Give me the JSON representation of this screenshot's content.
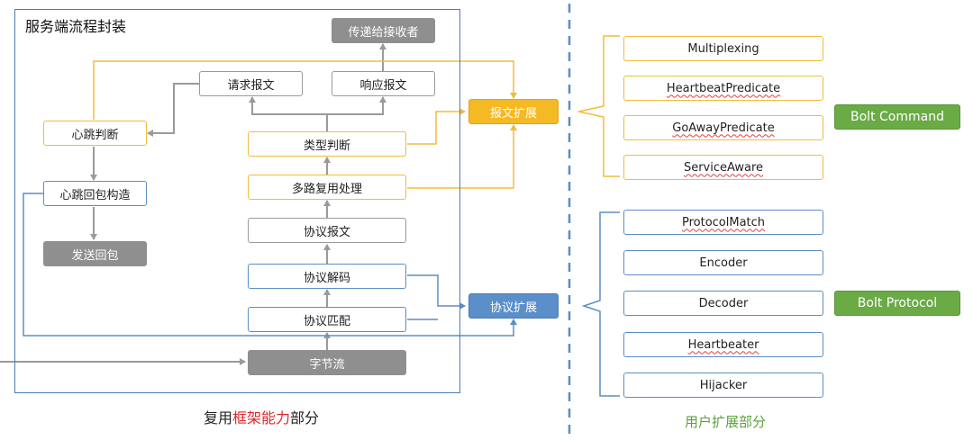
{
  "frame": {
    "title": "服务端流程封装"
  },
  "nodes": {
    "deliver": "传递给接收者",
    "request_msg": "请求报文",
    "response_msg": "响应报文",
    "heartbeat_judge": "心跳判断",
    "type_judge": "类型判断",
    "multiplex_proc": "多路复用处理",
    "heartbeat_reply": "心跳回包构造",
    "protocol_msg": "协议报文",
    "send_reply": "发送回包",
    "protocol_decode": "协议解码",
    "protocol_match": "协议匹配",
    "byte_stream": "字节流",
    "msg_ext": "报文扩展",
    "proto_ext": "协议扩展"
  },
  "command_items": [
    "Multiplexing",
    "HeartbeatPredicate",
    "GoAwayPredicate",
    "ServiceAware"
  ],
  "protocol_items": [
    "ProtocolMatch",
    "Encoder",
    "Decoder",
    "Heartbeater",
    "Hijacker"
  ],
  "labels": {
    "bolt_command": "Bolt Command",
    "bolt_protocol": "Bolt Protocol"
  },
  "captions": {
    "left_pre": "复用",
    "left_highlight": "框架能力",
    "left_post": "部分",
    "right": "用户扩展部分"
  },
  "colors": {
    "frame": "#4f7db5",
    "yellow": "#f0bd3b",
    "blue": "#5b8ec4",
    "green": "#6aab45",
    "orange": "#f5b923",
    "gray": "#8f8f8f"
  }
}
